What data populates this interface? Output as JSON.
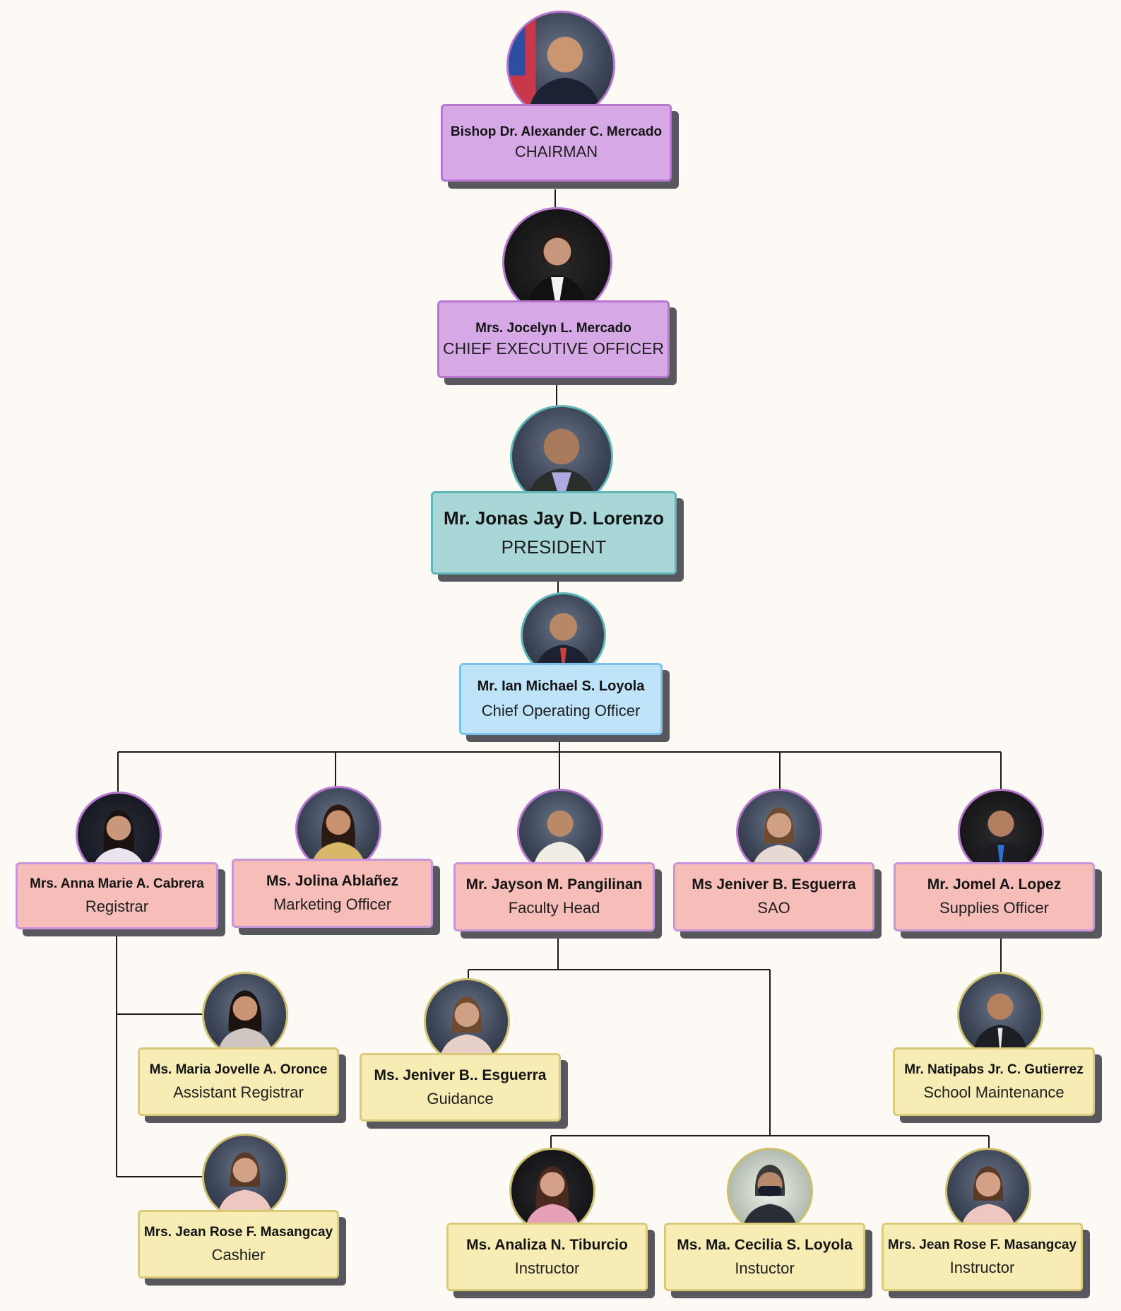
{
  "colors": {
    "background": "#fdf9f4",
    "executive": "#d6a8e6",
    "president": "#a9d7d7",
    "coo": "#bfe3f8",
    "department_head": "#f7bdb8",
    "staff": "#f7edb4",
    "connector": "#1a1a1a",
    "shadow": "#58575d"
  },
  "nodes": [
    {
      "id": "chairman",
      "name": "Bishop Dr. Alexander C. Mercado",
      "role": "CHAIRMAN",
      "icon": "portrait-photo"
    },
    {
      "id": "ceo",
      "name": "Mrs. Jocelyn L. Mercado",
      "role": "CHIEF EXECUTIVE OFFICER",
      "icon": "portrait-photo"
    },
    {
      "id": "president",
      "name": "Mr. Jonas Jay D. Lorenzo",
      "role": "PRESIDENT",
      "icon": "portrait-photo"
    },
    {
      "id": "coo",
      "name": "Mr. Ian Michael S. Loyola",
      "role": "Chief Operating Officer",
      "icon": "portrait-photo"
    },
    {
      "id": "registrar",
      "name": "Mrs. Anna Marie A. Cabrera",
      "role": "Registrar",
      "icon": "portrait-photo"
    },
    {
      "id": "marketing",
      "name": "Ms. Jolina Ablañez",
      "role": "Marketing Officer",
      "icon": "portrait-photo"
    },
    {
      "id": "faculty-head",
      "name": "Mr. Jayson M. Pangilinan",
      "role": "Faculty Head",
      "icon": "portrait-photo"
    },
    {
      "id": "sao",
      "name": "Ms Jeniver B. Esguerra",
      "role": "SAO",
      "icon": "portrait-photo"
    },
    {
      "id": "supplies",
      "name": "Mr. Jomel A. Lopez",
      "role": "Supplies Officer",
      "icon": "portrait-photo"
    },
    {
      "id": "asst-registrar",
      "name": "Ms. Maria Jovelle A. Oronce",
      "role": "Assistant Registrar",
      "icon": "portrait-photo"
    },
    {
      "id": "cashier",
      "name": "Mrs. Jean Rose F. Masangcay",
      "role": "Cashier",
      "icon": "portrait-photo"
    },
    {
      "id": "guidance",
      "name": "Ms. Jeniver B.. Esguerra",
      "role": "Guidance",
      "icon": "portrait-photo"
    },
    {
      "id": "maintenance",
      "name": "Mr. Natipabs Jr. C. Gutierrez",
      "role": "School Maintenance",
      "icon": "portrait-photo"
    },
    {
      "id": "instructor-1",
      "name": "Ms. Analiza N. Tiburcio",
      "role": "Instructor",
      "icon": "portrait-photo"
    },
    {
      "id": "instructor-2",
      "name": "Ms. Ma. Cecilia S. Loyola",
      "role": "Instuctor",
      "icon": "portrait-photo"
    },
    {
      "id": "instructor-3",
      "name": "Mrs. Jean Rose F. Masangcay",
      "role": "Instructor",
      "icon": "portrait-photo"
    }
  ],
  "edges": [
    [
      "chairman",
      "ceo"
    ],
    [
      "ceo",
      "president"
    ],
    [
      "president",
      "coo"
    ],
    [
      "coo",
      "registrar"
    ],
    [
      "coo",
      "marketing"
    ],
    [
      "coo",
      "faculty-head"
    ],
    [
      "coo",
      "sao"
    ],
    [
      "coo",
      "supplies"
    ],
    [
      "registrar",
      "asst-registrar"
    ],
    [
      "registrar",
      "cashier"
    ],
    [
      "faculty-head",
      "guidance"
    ],
    [
      "faculty-head",
      "instructor-1"
    ],
    [
      "faculty-head",
      "instructor-2"
    ],
    [
      "faculty-head",
      "instructor-3"
    ],
    [
      "supplies",
      "maintenance"
    ]
  ]
}
